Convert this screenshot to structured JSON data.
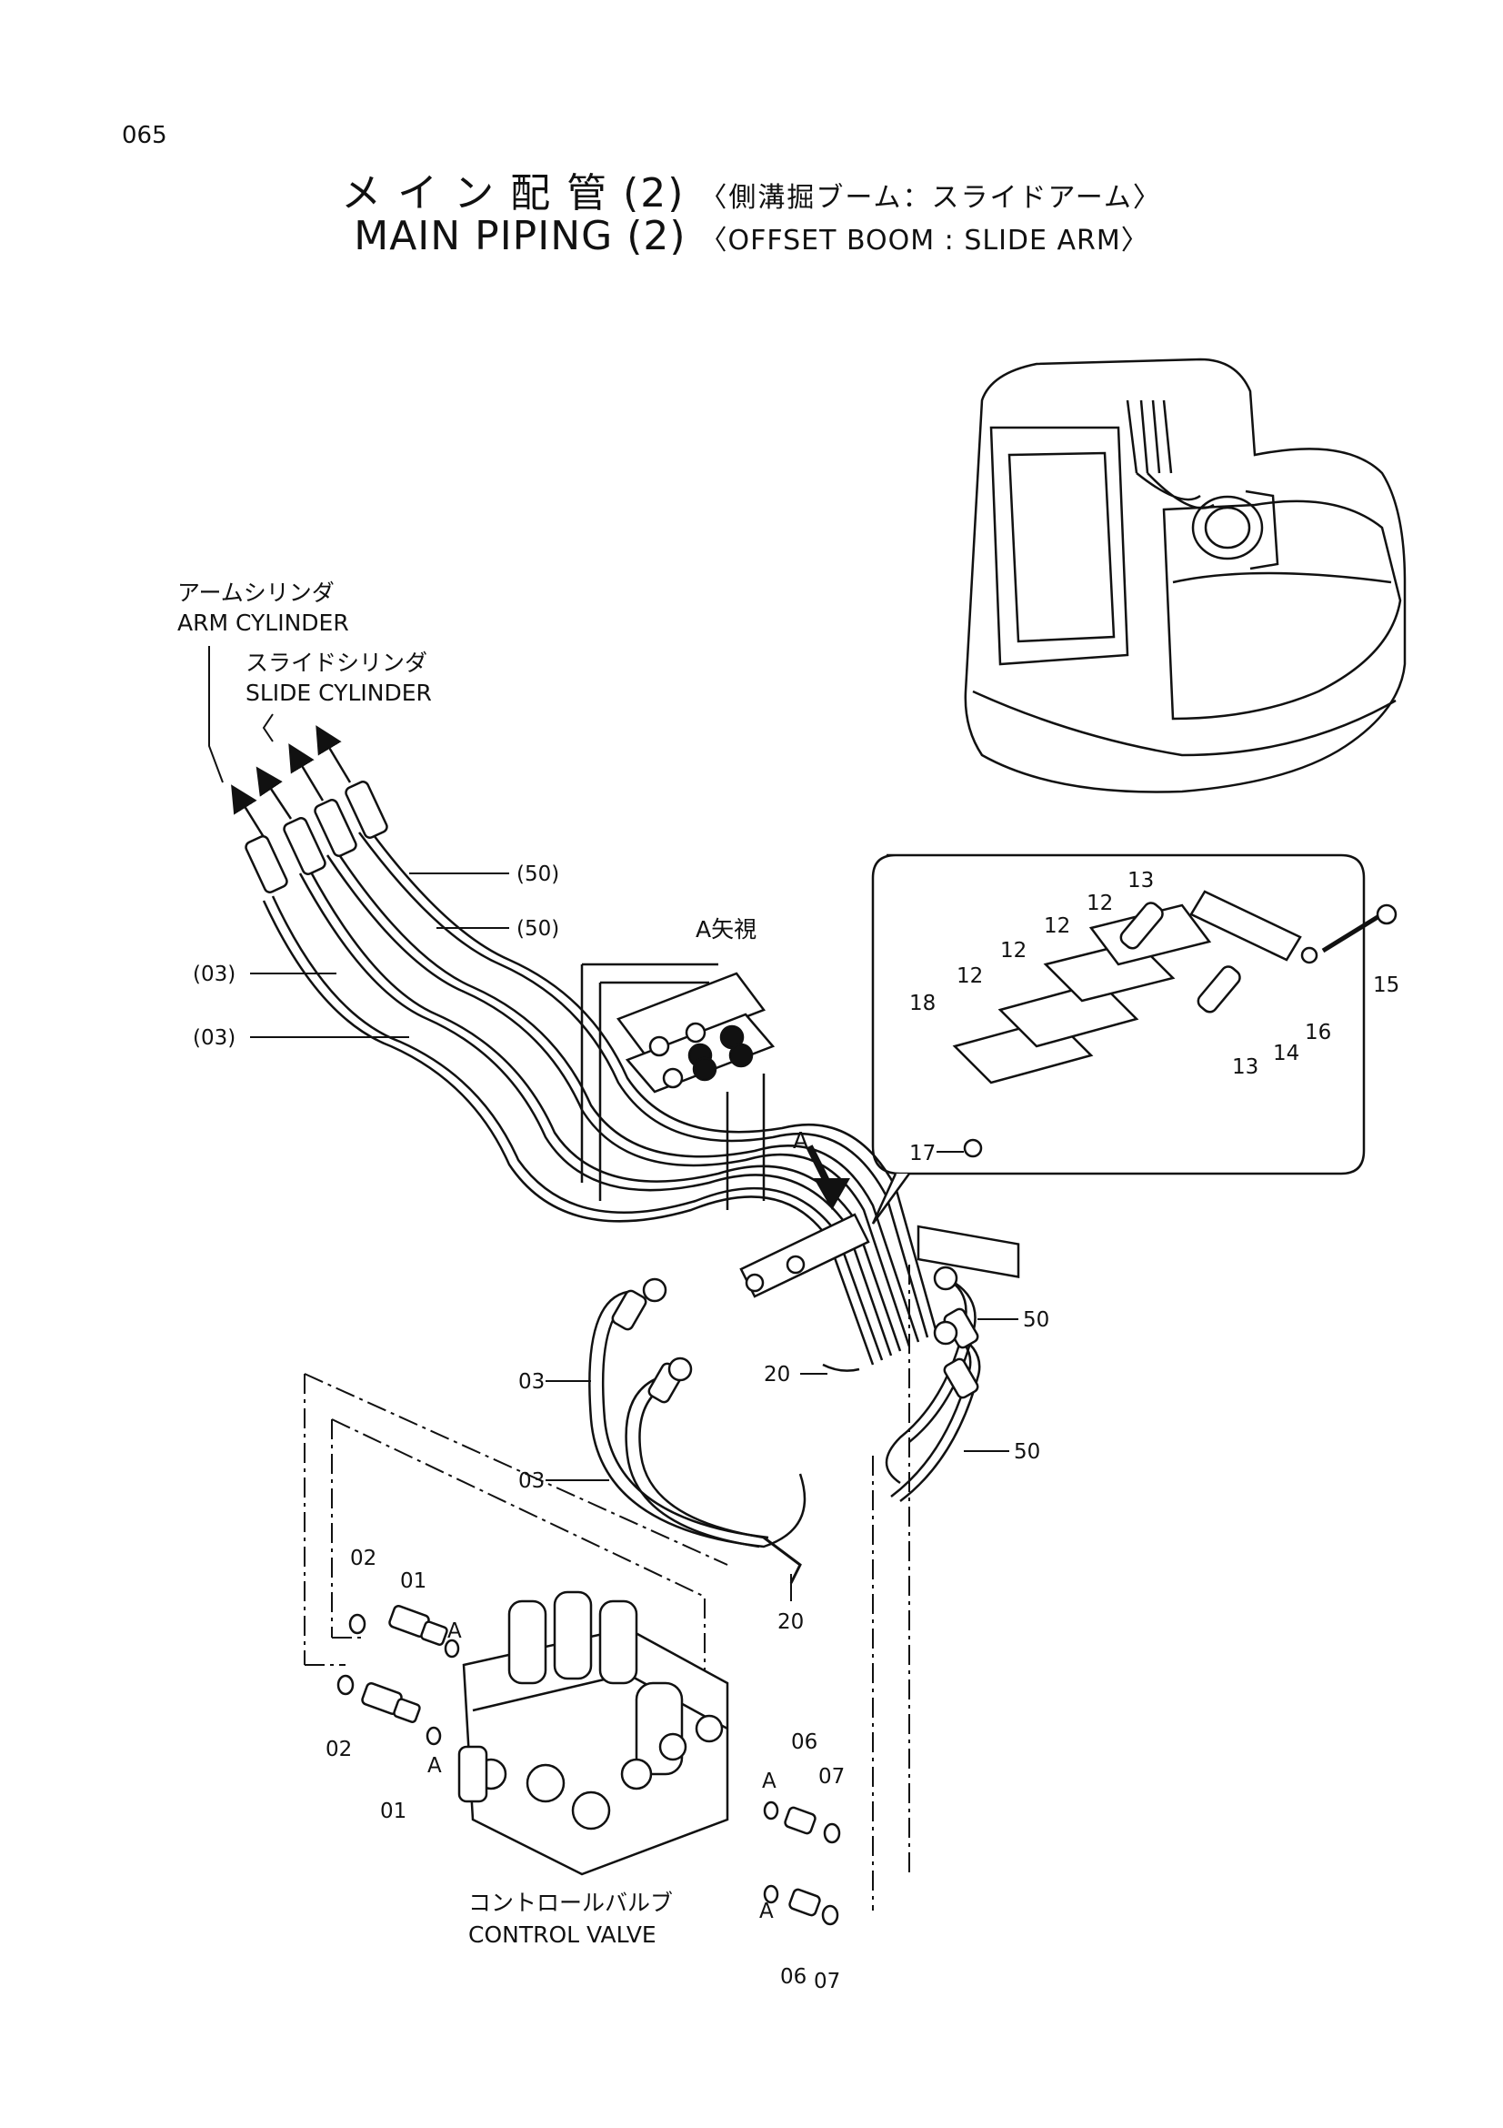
{
  "page_number": "065",
  "title": {
    "jp_main": "メ イ ン 配 管 (2)",
    "jp_sub": "〈側溝掘ブーム：スライドアーム〉",
    "en_main": "MAIN  PIPING (2)",
    "en_sub": "〈OFFSET  BOOM : SLIDE  ARM〉"
  },
  "labels": {
    "arm_cylinder_jp": "アームシリンダ",
    "arm_cylinder_en": "ARM  CYLINDER",
    "slide_cylinder_jp": "スライドシリンダ",
    "slide_cylinder_en": "SLIDE  CYLINDER",
    "view_a": "A矢視",
    "arrow_a": "A",
    "control_valve_jp": "コントロールバルブ",
    "control_valve_en": "CONTROL  VALVE"
  },
  "callouts": {
    "p50a": "(50)",
    "p50b": "(50)",
    "p03a": "(03)",
    "p03b": "(03)",
    "c13a": "13",
    "c13b": "13",
    "c12a": "12",
    "c12b": "12",
    "c12c": "12",
    "c12d": "12",
    "c18": "18",
    "c17": "17",
    "c14": "14",
    "c15": "15",
    "c16": "16",
    "c50a": "50",
    "c50b": "50",
    "c03a": "03",
    "c03b": "03",
    "c20a": "20",
    "c20b": "20",
    "c02a": "02",
    "c02b": "02",
    "c01a": "01",
    "c01b": "01",
    "cAa": "A",
    "cAb": "A",
    "cAc": "A",
    "cAd": "A",
    "c06a": "06",
    "c06b": "06",
    "c07a": "07",
    "c07b": "07"
  }
}
